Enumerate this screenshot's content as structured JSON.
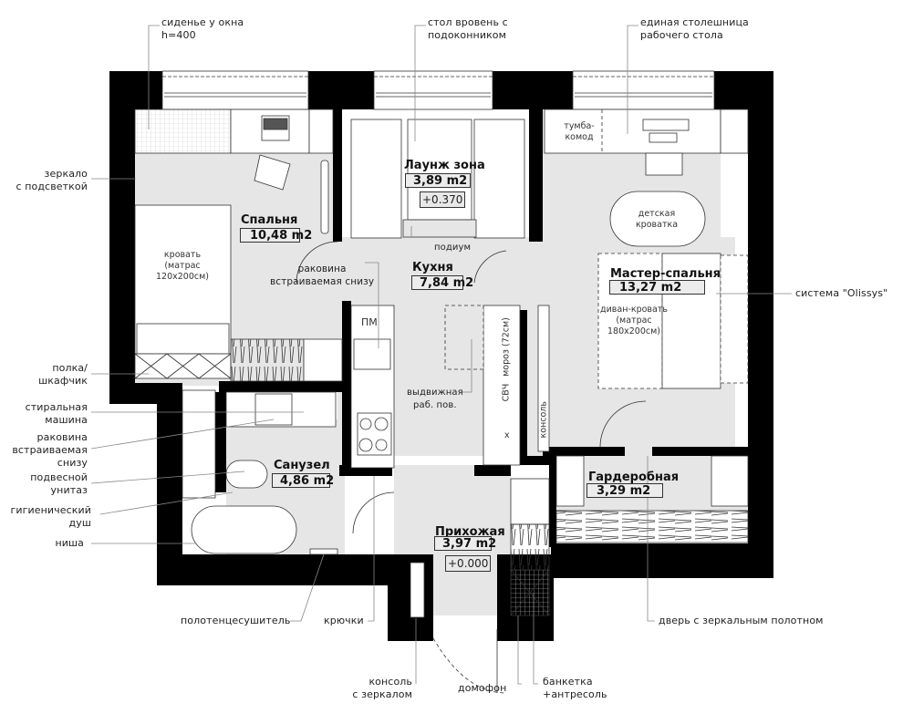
{
  "rooms": [
    {
      "name": "Спальня",
      "area": "10,48 m2"
    },
    {
      "name": "Лаунж зона",
      "area": "3,89 m2",
      "level": "+0.370"
    },
    {
      "name": "Кухня",
      "area": "7,84 m2"
    },
    {
      "name": "Мастер-спальня",
      "area": "13,27 m2"
    },
    {
      "name": "Санузел",
      "area": "4,86 m2"
    },
    {
      "name": "Прихожая",
      "area": "3,97 m2",
      "level": "+0.000"
    },
    {
      "name": "Гардеробная",
      "area": "3,29 m2"
    }
  ],
  "callouts": {
    "top": [
      {
        "line1": "сиденье у окна",
        "line2": "h=400"
      },
      {
        "line1": "стол вровень с",
        "line2": "подоконником"
      },
      {
        "line1": "единая столешница",
        "line2": "рабочего стола"
      }
    ],
    "left": [
      {
        "line1": "зеркало",
        "line2": "с подсветкой"
      },
      {
        "line1": "полка/",
        "line2": "шкафчик"
      },
      {
        "line1": "стиральная",
        "line2": "машина"
      },
      {
        "line1": "раковина",
        "line2": "встраиваемая",
        "line3": "снизу"
      },
      {
        "line1": "подвесной",
        "line2": "унитаз"
      },
      {
        "line1": "гигиенический",
        "line2": "душ"
      },
      {
        "line1": "ниша"
      }
    ],
    "right": [
      {
        "line1": "система \"Olissys\""
      },
      {
        "line1": "дверь с зеркальным полотном"
      }
    ],
    "bottom": [
      {
        "line1": "полотенцесушитель"
      },
      {
        "line1": "крючки"
      },
      {
        "line1": "консоль",
        "line2": "с зеркалом"
      },
      {
        "line1": "домофон"
      },
      {
        "line1": "банкетка",
        "line2": "+антресоль"
      }
    ],
    "inner": {
      "podium": "подиум",
      "kitchen_sink_1": "раковина",
      "kitchen_sink_2": "встраиваемая снизу",
      "pull_out_1": "выдвижная",
      "pull_out_2": "раб. пов."
    }
  },
  "furniture_labels": {
    "bed_1": "кровать",
    "bed_2": "(матрас",
    "bed_3": "120x200см)",
    "dresser_1": "тумба-",
    "dresser_2": "комод",
    "crib_1": "детская",
    "crib_2": "кроватка",
    "sofa_bed_1": "диван-кровать",
    "sofa_bed_2": "(матрас",
    "sofa_bed_3": "180x200см)",
    "dishwasher": "ПМ",
    "freezer": "мороз (72см)",
    "microwave": "СВЧ",
    "console": "консоль",
    "x_mark": "x"
  },
  "colors": {
    "wall": "#000000",
    "floor": "#e6e6e6",
    "furniture": "#ffffff",
    "line": "#333333",
    "leader": "#888888"
  }
}
